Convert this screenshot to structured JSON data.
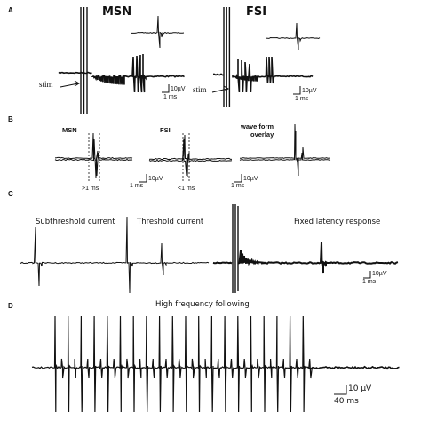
{
  "panel_a": {
    "letter": "A",
    "msn_title": "MSN",
    "fsi_title": "FSI",
    "stim_label_1": "stim",
    "stim_label_2": "stim",
    "scale_v_1": "10µV",
    "scale_t_1": "1 ms",
    "scale_v_2": "10µV",
    "scale_t_2": "1 ms"
  },
  "panel_b": {
    "letter": "B",
    "msn_label": "MSN",
    "fsi_label": "FSI",
    "overlay_label_line1": "wave form",
    "overlay_label_line2": "overlay",
    "latency_msn": ">1 ms",
    "latency_fsi": "<1 ms",
    "scale_v_1": "10µV",
    "scale_t_1": "1 ms",
    "scale_t_2": "1 ms",
    "scale_v_2": "10µV"
  },
  "panel_c": {
    "letter": "C",
    "subthreshold_label": "Subthreshold current",
    "threshold_label": "Threshold current",
    "fixed_latency_label": "Fixed latency response",
    "scale_v": "10µV",
    "scale_t": "1 ms"
  },
  "panel_d": {
    "letter": "D",
    "title": "High frequency following",
    "scale_v": "10 µV",
    "scale_t": "40 ms"
  }
}
